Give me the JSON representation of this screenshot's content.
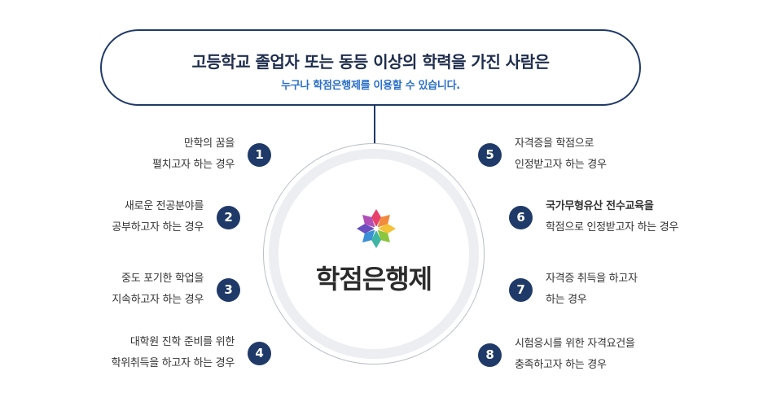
{
  "header": {
    "title": "고등학교 졸업자 또는 동등 이상의 학력을 가진 사람은",
    "subtitle": "누구나 학점은행제를 이용할 수 있습니다."
  },
  "center": {
    "label": "학점은행제",
    "logo_icon": "flower-logo-icon"
  },
  "colors": {
    "navy": "#1f3a68",
    "accent_blue": "#2a6fc9"
  },
  "items": [
    {
      "number": "1",
      "line1": "만학의 꿈을",
      "line2": "펼치고자 하는 경우"
    },
    {
      "number": "2",
      "line1": "새로운 전공분야를",
      "line2": "공부하고자 하는 경우"
    },
    {
      "number": "3",
      "line1": "중도 포기한 학업을",
      "line2": "지속하고자 하는 경우"
    },
    {
      "number": "4",
      "line1": "대학원 진학 준비를 위한",
      "line2": "학위취득을 하고자 하는 경우"
    },
    {
      "number": "5",
      "line1": "자격증을 학점으로",
      "line2": "인정받고자 하는 경우"
    },
    {
      "number": "6",
      "line1": "국가무형유산 전수교육을",
      "line2": "학점으로 인정받고자 하는 경우"
    },
    {
      "number": "7",
      "line1": "자격증 취득을 하고자",
      "line2": "하는 경우"
    },
    {
      "number": "8",
      "line1": "시험응시를 위한 자격요건을",
      "line2": "충족하고자 하는 경우"
    }
  ]
}
